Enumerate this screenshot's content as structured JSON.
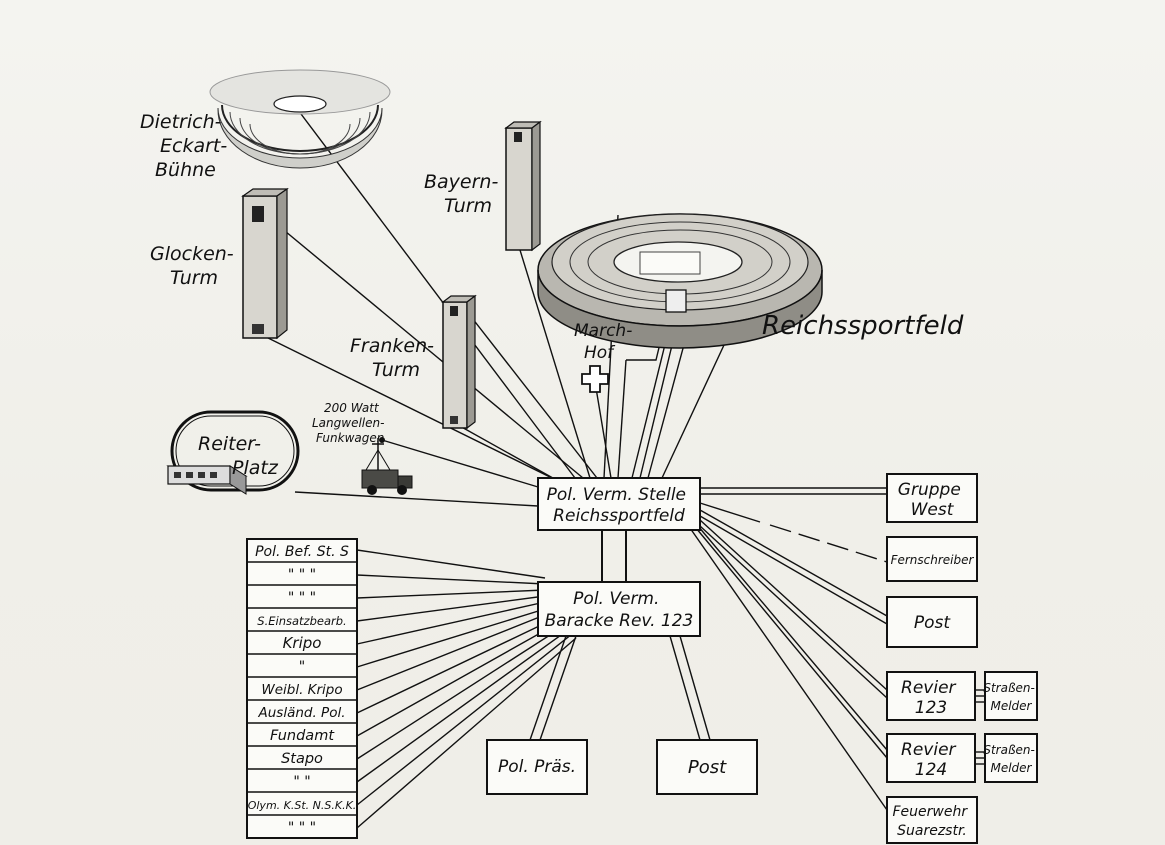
{
  "venues": {
    "dietrich": [
      "Dietrich-",
      "Eckart-",
      "Bühne"
    ],
    "glocken": [
      "Glocken-",
      "Turm"
    ],
    "bayern": [
      "Bayern-",
      "Turm"
    ],
    "franken": [
      "Franken-",
      "Turm"
    ],
    "marchhof": [
      "March-",
      "Hof"
    ],
    "reichssportfeld": "Reichssportfeld",
    "reiterplatz": [
      "Reiter-",
      "Platz"
    ],
    "funkwagen": [
      "200 Watt",
      "Langwellen-",
      "Funkwagen"
    ]
  },
  "hubs": {
    "main": [
      "Pol. Verm. Stelle",
      "Reichssportfeld"
    ],
    "baracke": [
      "Pol. Verm.",
      "Baracke Rev. 123"
    ]
  },
  "left_list": [
    "Pol. Bef. St. S",
    "\"    \"    \"",
    "\"    \"    \"",
    "S.Einsatzbearb.",
    "Kripo",
    "\"",
    "Weibl. Kripo",
    "Ausländ. Pol.",
    "Fundamt",
    "Stapo",
    "\"    \"",
    "Olym. K.St. N.S.K.K.",
    "\"    \"    \""
  ],
  "bottom": {
    "polpraes": "Pol. Präs.",
    "post": "Post"
  },
  "right": {
    "gruppe": [
      "Gruppe",
      "West"
    ],
    "fernschreiber": "Fernschreiber",
    "post": "Post",
    "revier123": [
      "Revier",
      "123"
    ],
    "revier124": [
      "Revier",
      "124"
    ],
    "strassenmelder": [
      "Straßen-",
      "Melder"
    ],
    "feuerwehr": [
      "Feuerwehr",
      "Suarezstr."
    ]
  }
}
